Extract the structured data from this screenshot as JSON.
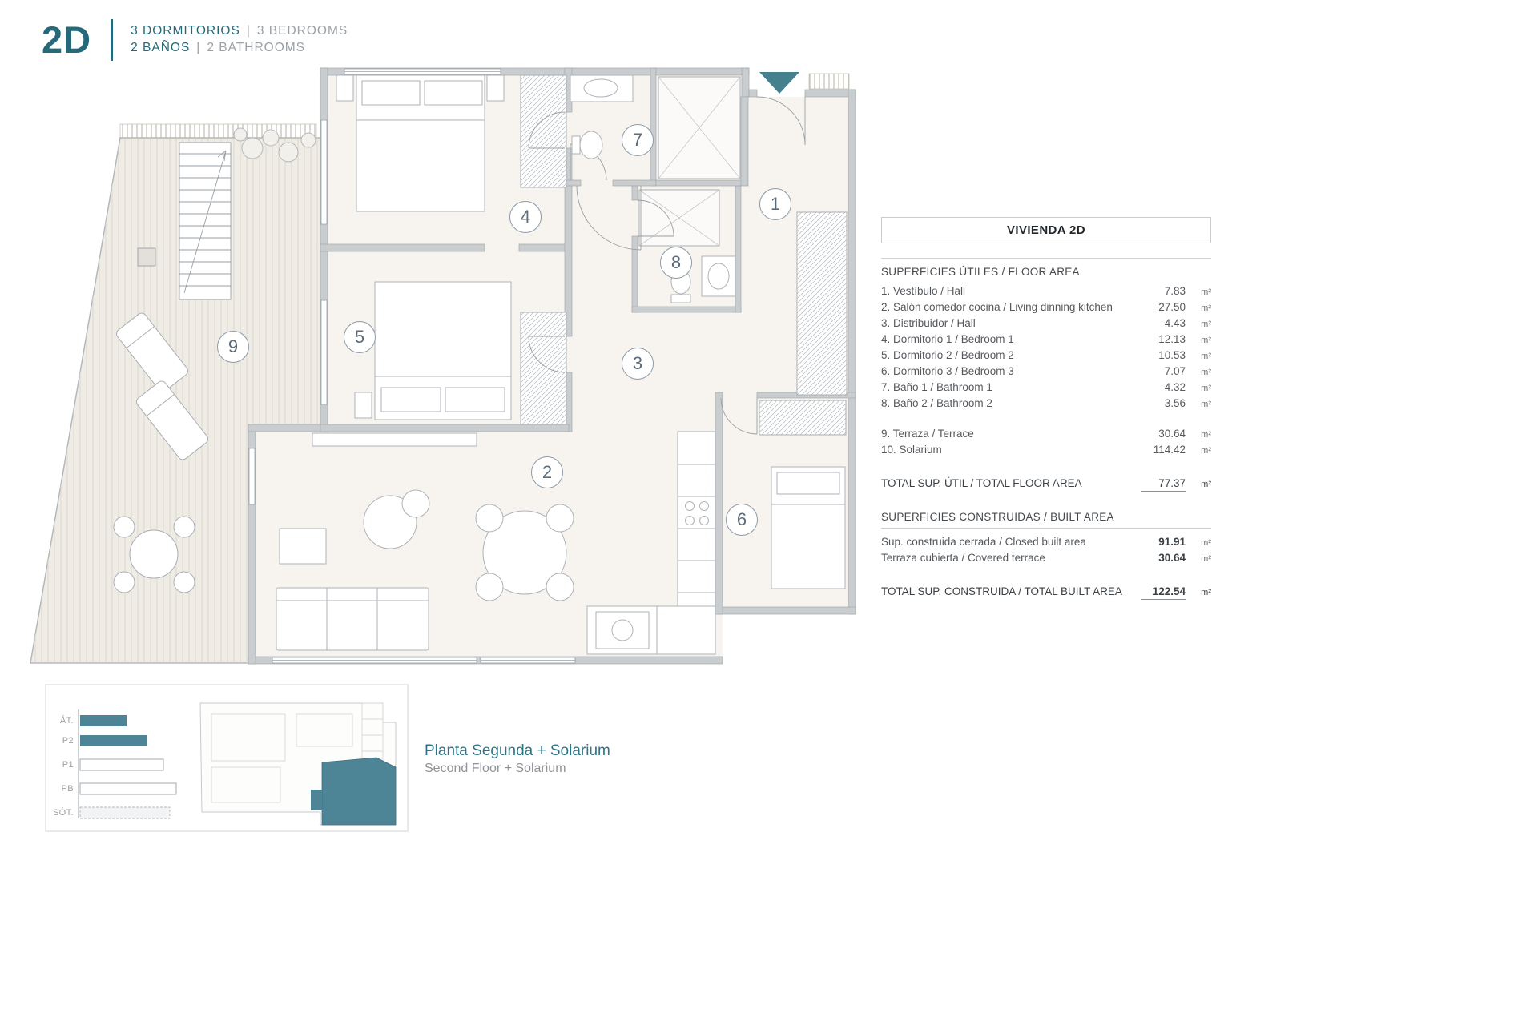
{
  "header": {
    "unit_code": "2D",
    "line1": {
      "es": "3 DORMITORIOS",
      "sep": "|",
      "en": "3 BEDROOMS"
    },
    "line2": {
      "es": "2 BAÑOS",
      "sep": "|",
      "en": "2 BATHROOMS"
    }
  },
  "floor_plan": {
    "rooms": [
      "1",
      "2",
      "3",
      "4",
      "5",
      "6",
      "7",
      "8",
      "9"
    ]
  },
  "area_table": {
    "title": "VIVIENDA 2D",
    "floor": {
      "header": "SUPERFICIES ÚTILES / FLOOR AREA",
      "rows": [
        {
          "label": "1. Vestíbulo / Hall",
          "value": "7.83",
          "unit": "m²"
        },
        {
          "label": "2. Salón comedor cocina / Living dinning kitchen",
          "value": "27.50",
          "unit": "m²"
        },
        {
          "label": "3. Distribuidor / Hall",
          "value": "4.43",
          "unit": "m²"
        },
        {
          "label": "4. Dormitorio 1 / Bedroom 1",
          "value": "12.13",
          "unit": "m²"
        },
        {
          "label": "5. Dormitorio 2 / Bedroom 2",
          "value": "10.53",
          "unit": "m²"
        },
        {
          "label": "6. Dormitorio 3 / Bedroom 3",
          "value": "7.07",
          "unit": "m²"
        },
        {
          "label": "7. Baño 1 / Bathroom 1",
          "value": "4.32",
          "unit": "m²"
        },
        {
          "label": "8. Baño 2 / Bathroom 2",
          "value": "3.56",
          "unit": "m²"
        }
      ],
      "outdoor_rows": [
        {
          "label": "9. Terraza / Terrace",
          "value": "30.64",
          "unit": "m²"
        },
        {
          "label": "10. Solarium",
          "value": "114.42",
          "unit": "m²"
        }
      ],
      "total": {
        "label": "TOTAL SUP. ÚTIL / TOTAL FLOOR AREA",
        "value": "77.37",
        "unit": "m²"
      }
    },
    "built": {
      "header": "SUPERFICIES CONSTRUIDAS / BUILT AREA",
      "rows": [
        {
          "label": "Sup. construida cerrada / Closed built area",
          "value": "91.91",
          "unit": "m²"
        },
        {
          "label": "Terraza cubierta / Covered terrace",
          "value": "30.64",
          "unit": "m²"
        }
      ],
      "total": {
        "label": "TOTAL SUP. CONSTRUIDA / TOTAL BUILT AREA",
        "value": "122.54",
        "unit": "m²"
      }
    }
  },
  "footer": {
    "levels": [
      "ÁT.",
      "P2",
      "P1",
      "PB",
      "SÓT."
    ],
    "caption_title": "Planta Segunda + Solarium",
    "caption_subtitle": "Second Floor + Solarium"
  },
  "colors": {
    "teal_text": "#26697b",
    "teal_fill": "#4d8496",
    "muted_text": "#9aa0a5",
    "table_text": "#55595e"
  }
}
